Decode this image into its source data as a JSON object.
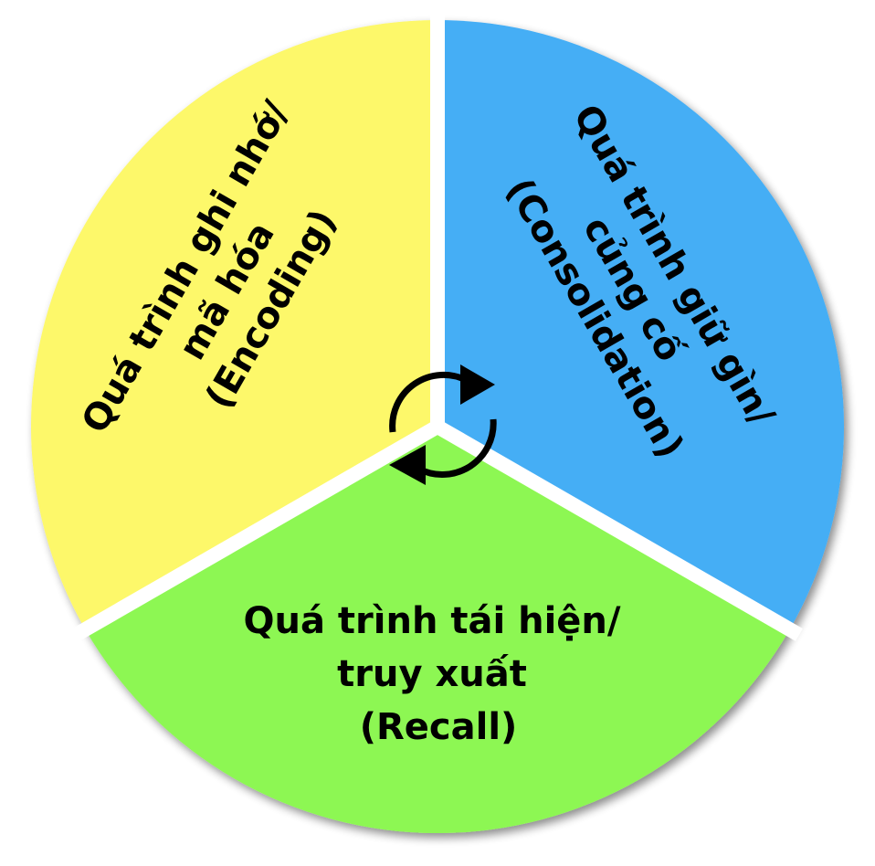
{
  "diagram": {
    "segments": [
      {
        "id": "encoding",
        "color": "#fdf86a",
        "lines": [
          "Quá trình ghi nhớ/",
          "mã hóa",
          "(Encoding)"
        ]
      },
      {
        "id": "consolidation",
        "color": "#45aef5",
        "lines": [
          "Quá trình giữ gìn/",
          "củng cố",
          "(Consolidation)"
        ]
      },
      {
        "id": "recall",
        "color": "#8df752",
        "lines": [
          "Quá trình tái hiện/",
          "truy xuất",
          "(Recall)"
        ]
      }
    ],
    "center_icon": "refresh-cycle-icon"
  }
}
